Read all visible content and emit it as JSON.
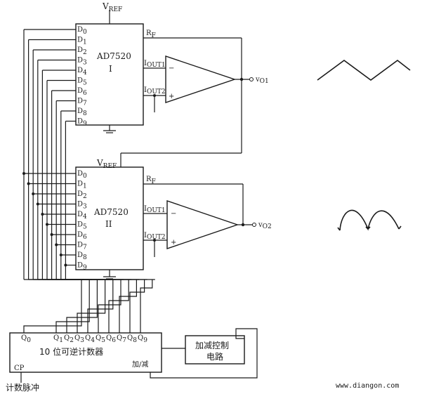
{
  "dac1": {
    "name": "AD7520",
    "numeral": "I",
    "vref": "V",
    "vref_sub": "REF",
    "rf": "R",
    "rf_sub": "F",
    "iout1": "I",
    "iout1_sub": "OUT1",
    "iout2": "I",
    "iout2_sub": "OUT2",
    "pins": [
      "D0",
      "D1",
      "D2",
      "D3",
      "D4",
      "D5",
      "D6",
      "D7",
      "D8",
      "D9"
    ]
  },
  "dac2": {
    "name": "AD7520",
    "numeral": "II",
    "vref": "V",
    "vref_sub": "REF",
    "rf": "R",
    "rf_sub": "F",
    "iout1": "I",
    "iout1_sub": "OUT1",
    "iout2": "I",
    "iout2_sub": "OUT2",
    "pins": [
      "D0",
      "D1",
      "D2",
      "D3",
      "D4",
      "D5",
      "D6",
      "D7",
      "D8",
      "D9"
    ]
  },
  "opamp1": {
    "minus": "−",
    "plus": "+",
    "output": "v",
    "output_sub": "O1"
  },
  "opamp2": {
    "minus": "−",
    "plus": "+",
    "output": "v",
    "output_sub": "O2"
  },
  "counter": {
    "label": "10 位可逆计数器",
    "cp": "CP",
    "updown": "加/减",
    "outputs": [
      "Q0",
      "Q1",
      "Q2",
      "Q3",
      "Q4",
      "Q5",
      "Q6",
      "Q7",
      "Q8",
      "Q9"
    ]
  },
  "control": {
    "line1": "加减控制",
    "line2": "电路"
  },
  "input": {
    "label": "计数脉冲"
  },
  "watermark": "www.diangon.com",
  "waveforms": [
    "triangle-wave",
    "rectified-sine-wave"
  ]
}
